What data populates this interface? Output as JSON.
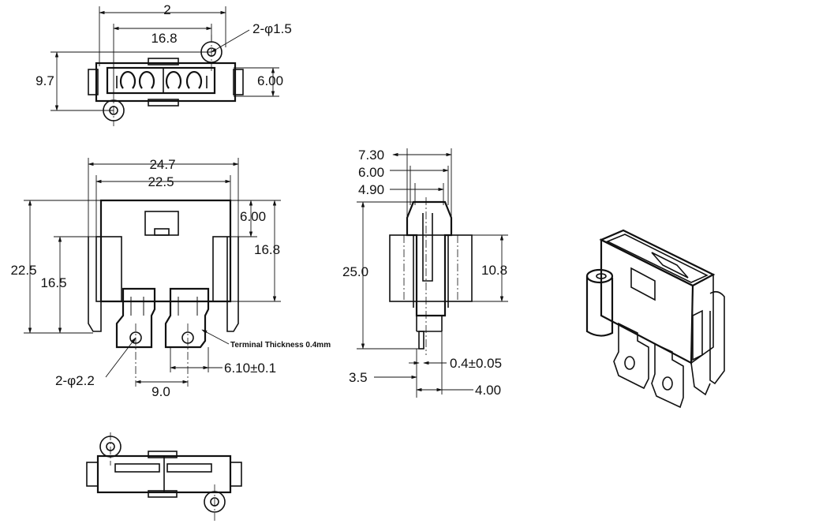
{
  "dimensions": {
    "top_width": "2",
    "top_inner": "16.8",
    "top_hole": "2-φ1.5",
    "top_height": "9.7",
    "top_depth": "6.00",
    "front_width_outer": "24.7",
    "front_width_inner": "22.5",
    "front_slot": "6.00",
    "front_body_height": "16.8",
    "front_total_height": "22.5",
    "front_side_height": "16.5",
    "front_hole": "2-φ2.2",
    "front_pitch": "9.0",
    "front_tab_width": "6.10±0.1",
    "terminal_note": "Terminal Thickness 0.4mm",
    "side_w1": "7.30",
    "side_w2": "6.00",
    "side_w3": "4.90",
    "side_height": "25.0",
    "side_wing": "10.8",
    "side_pin_len": "3.5",
    "side_pin_thk": "0.4±0.05",
    "side_pin_off": "4.00"
  }
}
